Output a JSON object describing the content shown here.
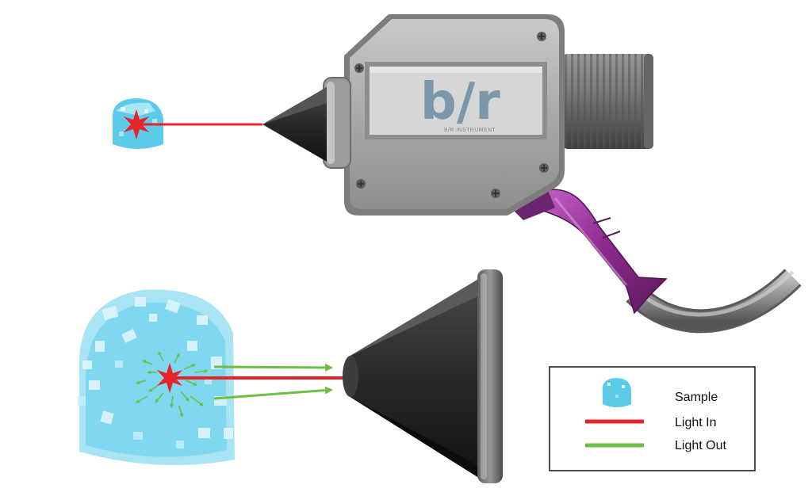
{
  "brand": {
    "logo_text": "b/r",
    "name": "B/R INSTRUMENT"
  },
  "legend": {
    "items": [
      {
        "label": "Sample",
        "swatch": "sample-icon"
      },
      {
        "label": "Light In",
        "color": "#e8232a"
      },
      {
        "label": "Light Out",
        "color": "#6cbf46"
      }
    ]
  },
  "colors": {
    "light_in": "#e8232a",
    "light_out": "#6cbf46",
    "sample": "#66d2ef",
    "probe_body": "#a9a9a9",
    "cable_boot": "#8e2a8e",
    "cone": "#1e1e1e"
  }
}
